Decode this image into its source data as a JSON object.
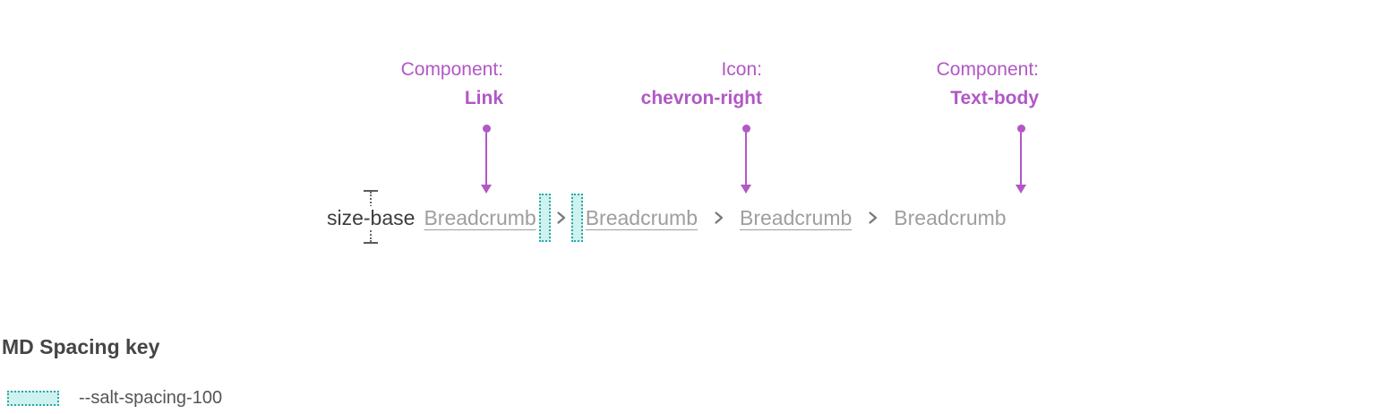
{
  "colors": {
    "annotation_purple": "#b158c5",
    "breadcrumb_gray": "#9e9e9e",
    "separator_gray": "#787878",
    "spacing_fill": "#cdf2f0",
    "spacing_border": "#2fa7a3",
    "dark_text": "#3d3d3d"
  },
  "annotations": [
    {
      "prefix": "Component:",
      "name": "Link"
    },
    {
      "prefix": "Icon:",
      "name": "chevron-right"
    },
    {
      "prefix": "Component:",
      "name": "Text-body"
    }
  ],
  "breadcrumb": {
    "size_label": "size-base",
    "separator_icon": "chevron-right",
    "items": [
      {
        "label": "Breadcrumb",
        "style": "link"
      },
      {
        "label": "Breadcrumb",
        "style": "link"
      },
      {
        "label": "Breadcrumb",
        "style": "link"
      },
      {
        "label": "Breadcrumb",
        "style": "text-body"
      }
    ]
  },
  "spacing_key": {
    "title": "MD Spacing key",
    "entries": [
      {
        "swatch": "salt-spacing-100-swatch",
        "label": "--salt-spacing-100"
      }
    ]
  }
}
